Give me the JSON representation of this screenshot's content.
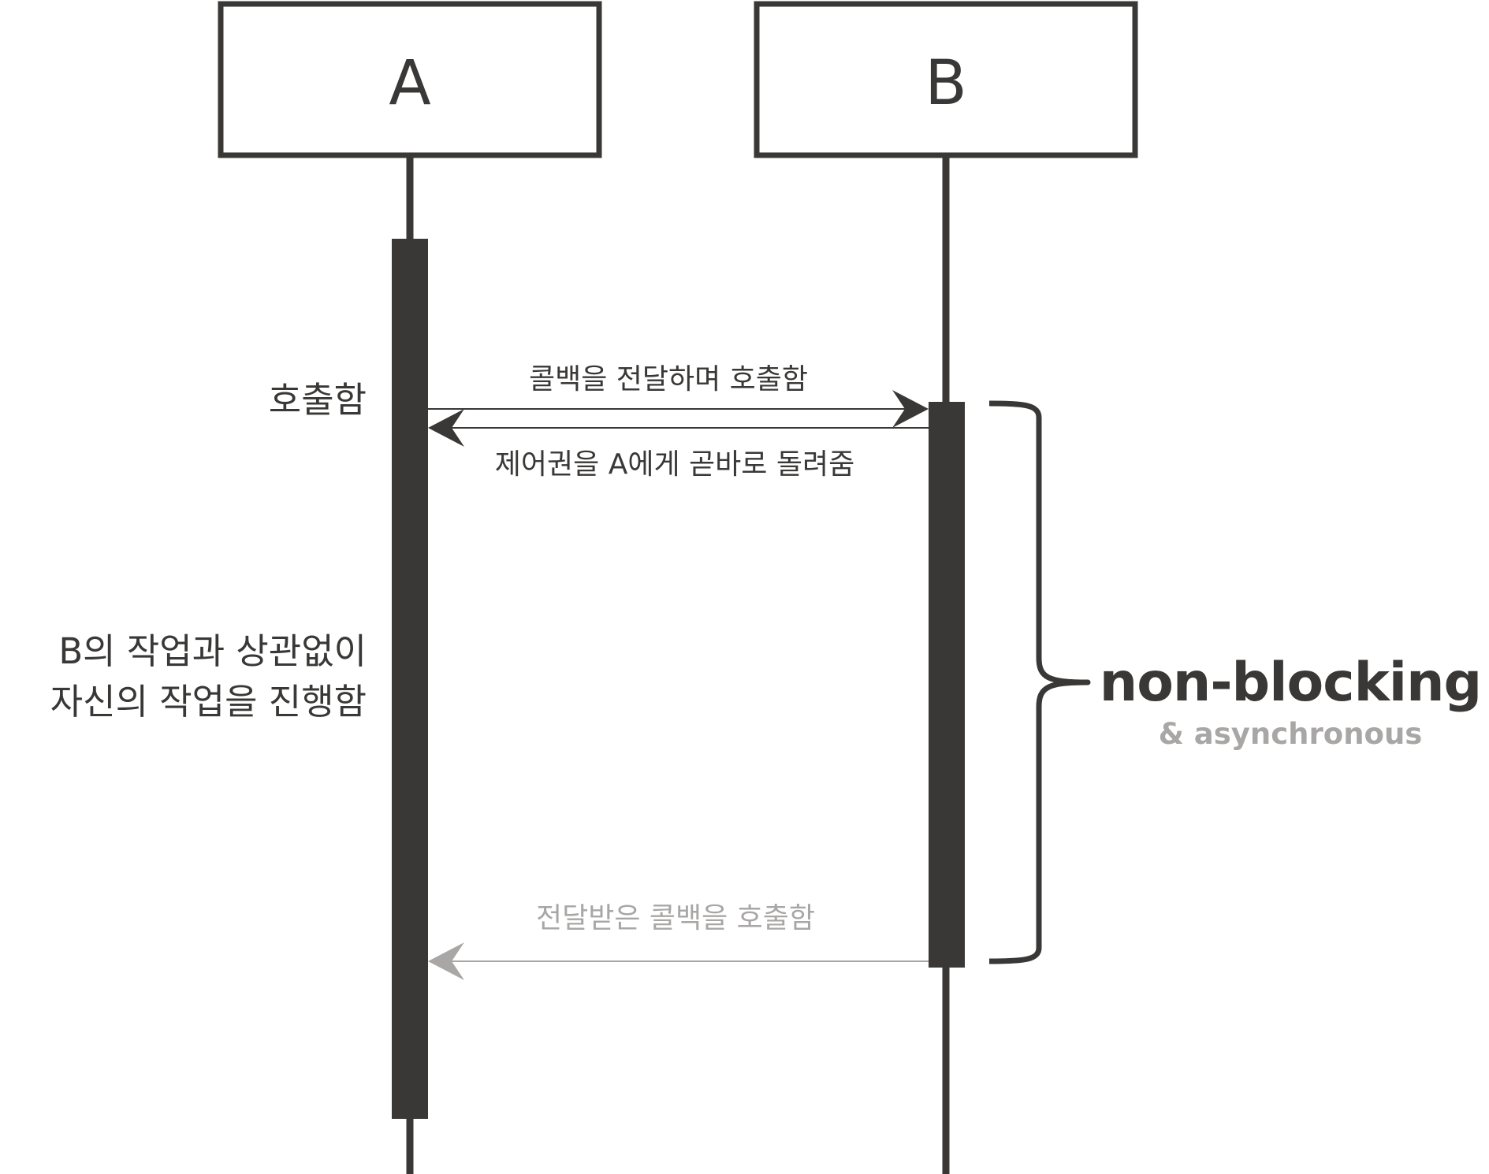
{
  "participants": {
    "a": {
      "label": "A"
    },
    "b": {
      "label": "B"
    }
  },
  "notes": {
    "a_calls": "호출함",
    "a_works_line1": "B의 작업과 상관없이",
    "a_works_line2": "자신의 작업을 진행함"
  },
  "messages": {
    "call_with_callback": "콜백을 전달하며 호출함",
    "return_control": "제어권을 A에게 곧바로 돌려줌",
    "invoke_callback": "전달받은 콜백을 호출함"
  },
  "annotation": {
    "title": "non-blocking",
    "subtitle": "& asynchronous"
  },
  "colors": {
    "ink": "#393837",
    "muted": "#a9a7a6",
    "background": "#ffffff"
  }
}
